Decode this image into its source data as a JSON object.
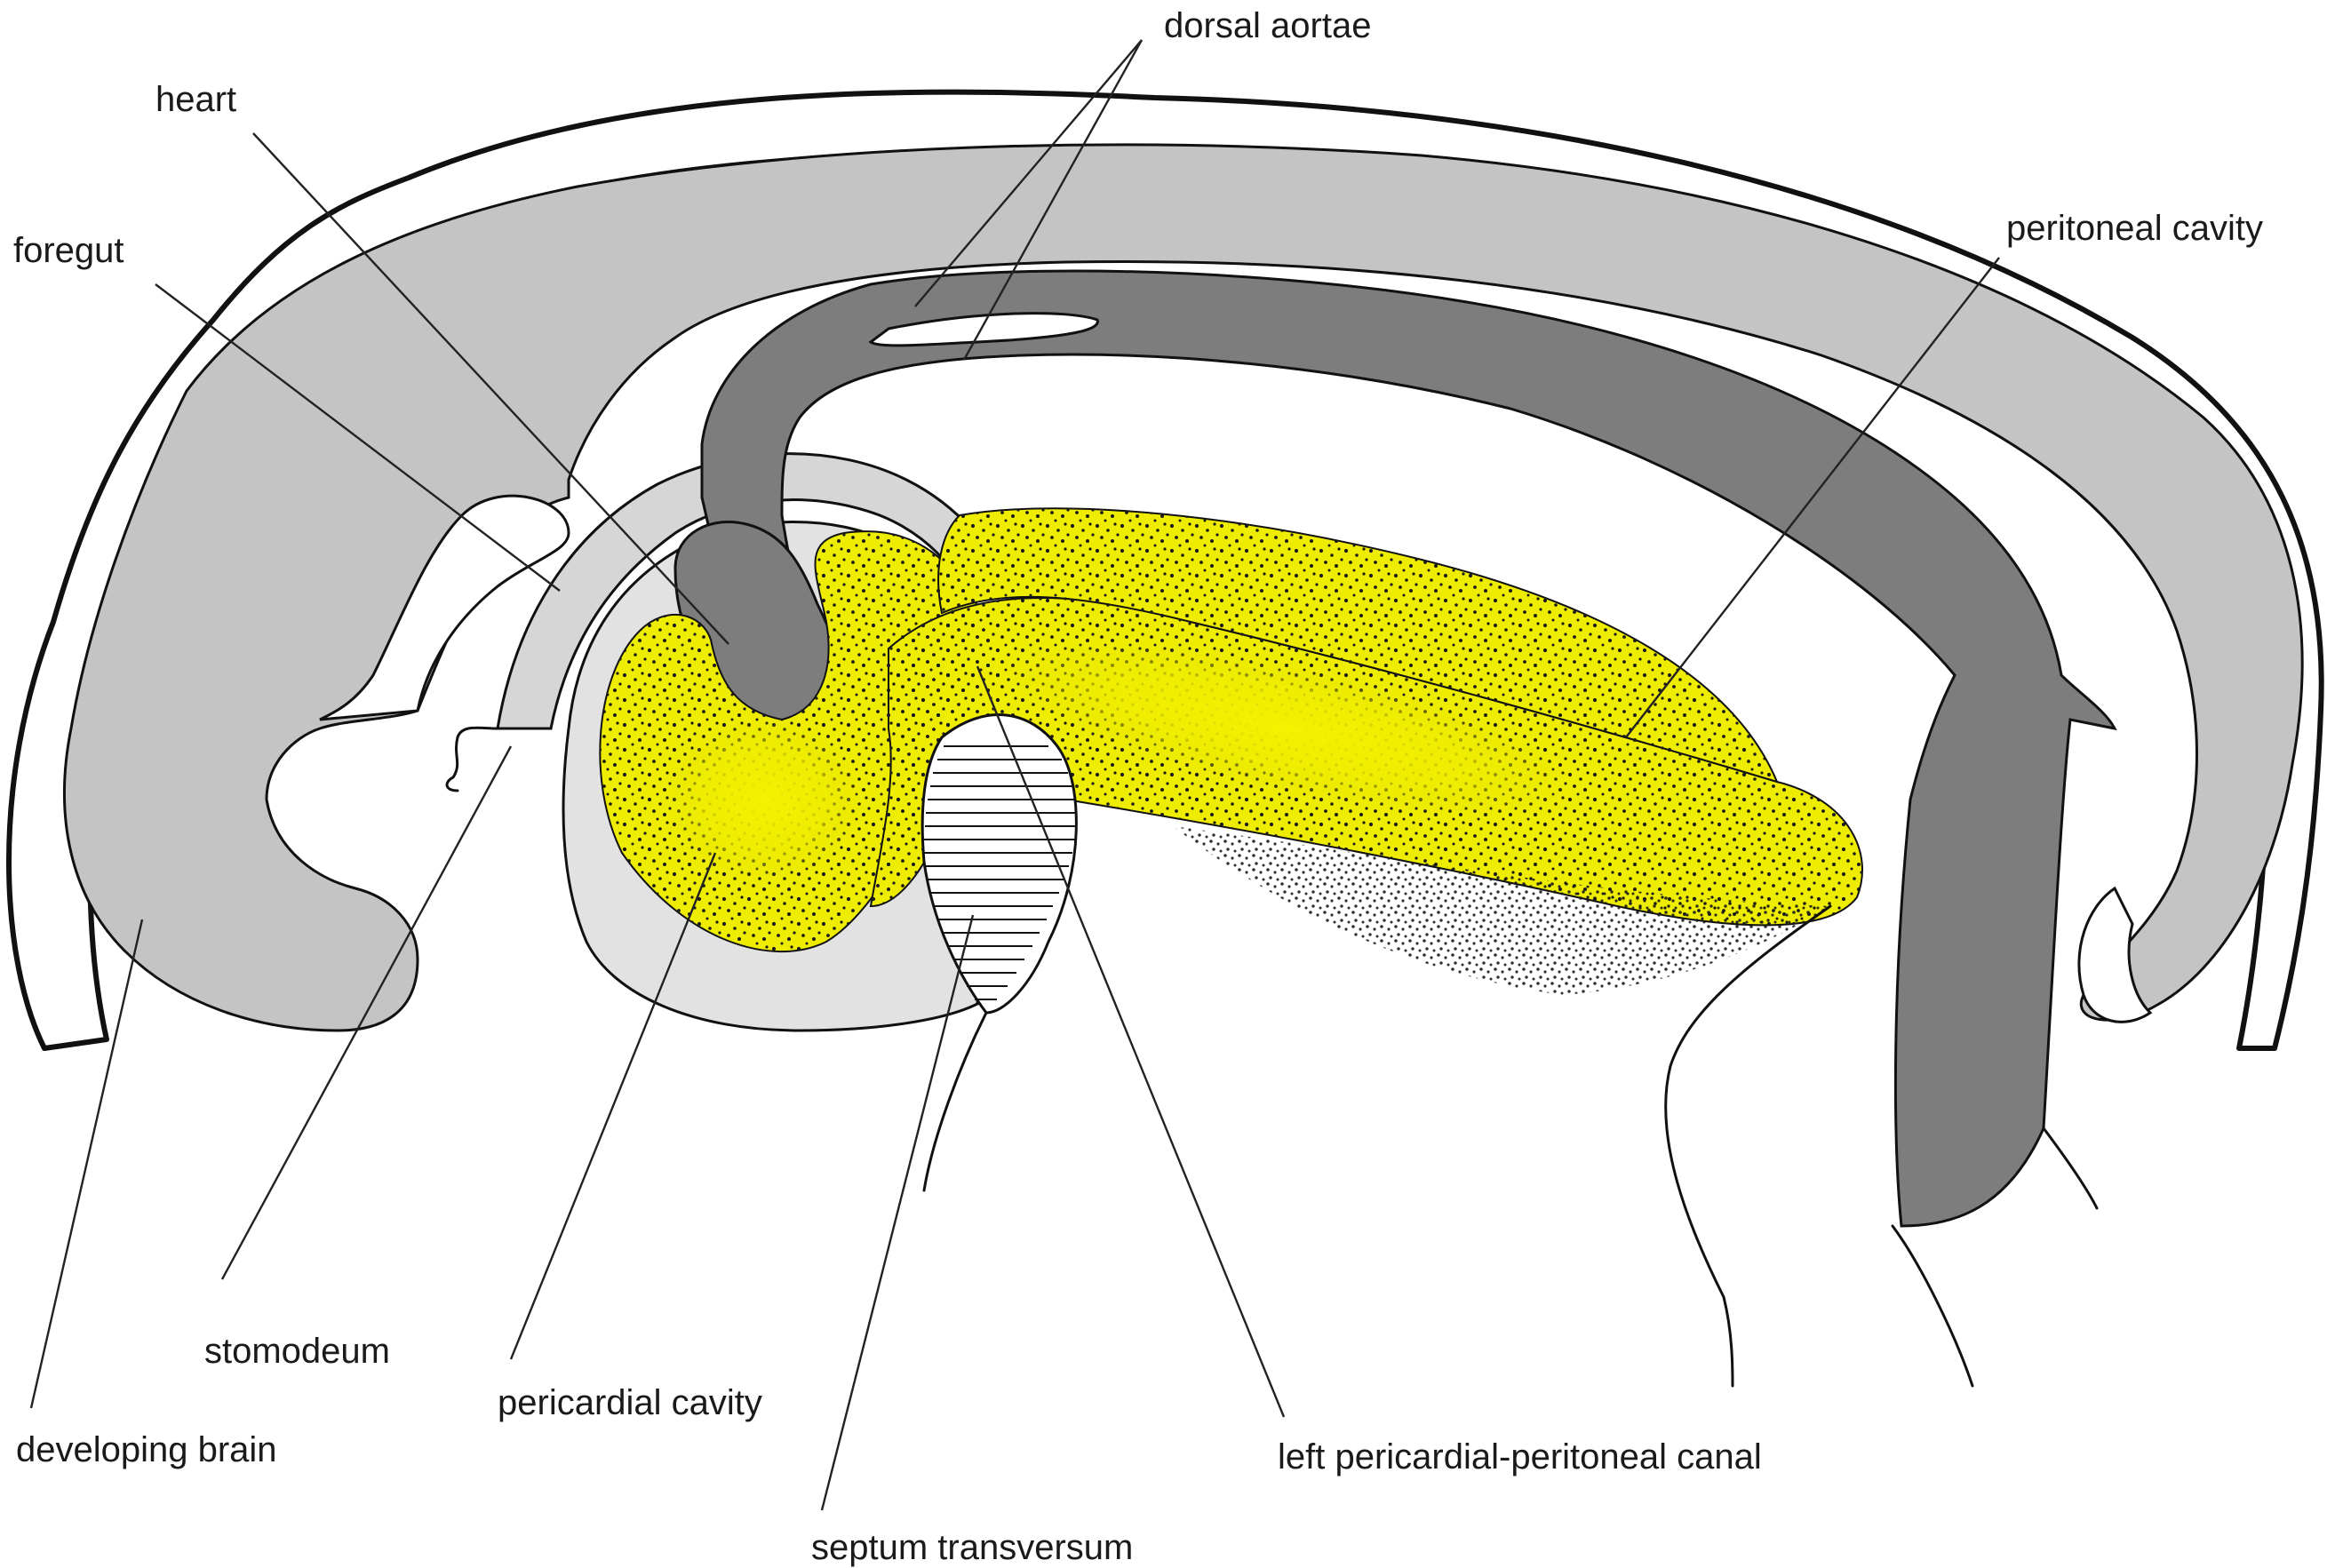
{
  "labels": {
    "dorsal_aortae": "dorsal aortae",
    "heart": "heart",
    "foregut": "foregut",
    "peritoneal_cavity": "peritoneal cavity",
    "stomodeum": "stomodeum",
    "developing_brain": "developing brain",
    "pericardial_cavity": "pericardial cavity",
    "left_canal": "left pericardial-peritoneal canal",
    "septum_transversum": "septum transversum"
  },
  "colors": {
    "tissue_gray": "#c4c4c4",
    "gut_lightgray": "#d6d6d6",
    "aorta_darkgray": "#7d7d7d",
    "cavity_yellow": "#eeec00",
    "ink": "#111111"
  }
}
